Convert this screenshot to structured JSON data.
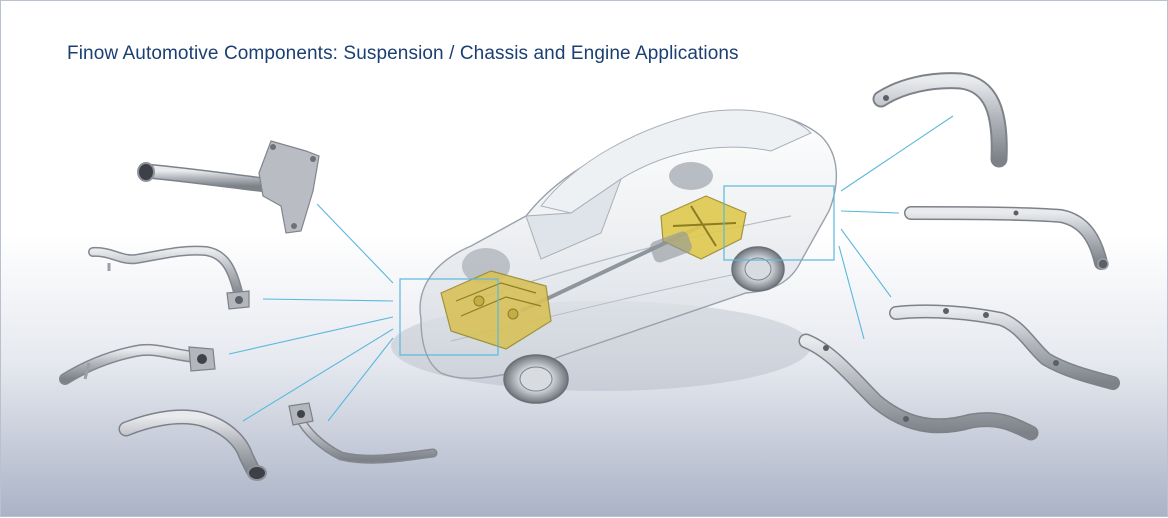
{
  "title": "Finow Automotive Components: Suspension / Chassis and Engine Applications",
  "colors": {
    "title": "#1b3f73",
    "callout_line": "#5bb8dc",
    "metal": "#b8bcc2",
    "highlight_gold": "#d8c25a"
  },
  "groups": {
    "engine": {
      "parts": [
        "part-engine-1",
        "part-engine-2",
        "part-engine-3",
        "part-engine-4",
        "part-engine-5",
        "part-engine-6"
      ]
    },
    "suspension": {
      "parts": [
        "part-chassis-1",
        "part-chassis-2",
        "part-chassis-3",
        "part-chassis-4"
      ]
    }
  }
}
